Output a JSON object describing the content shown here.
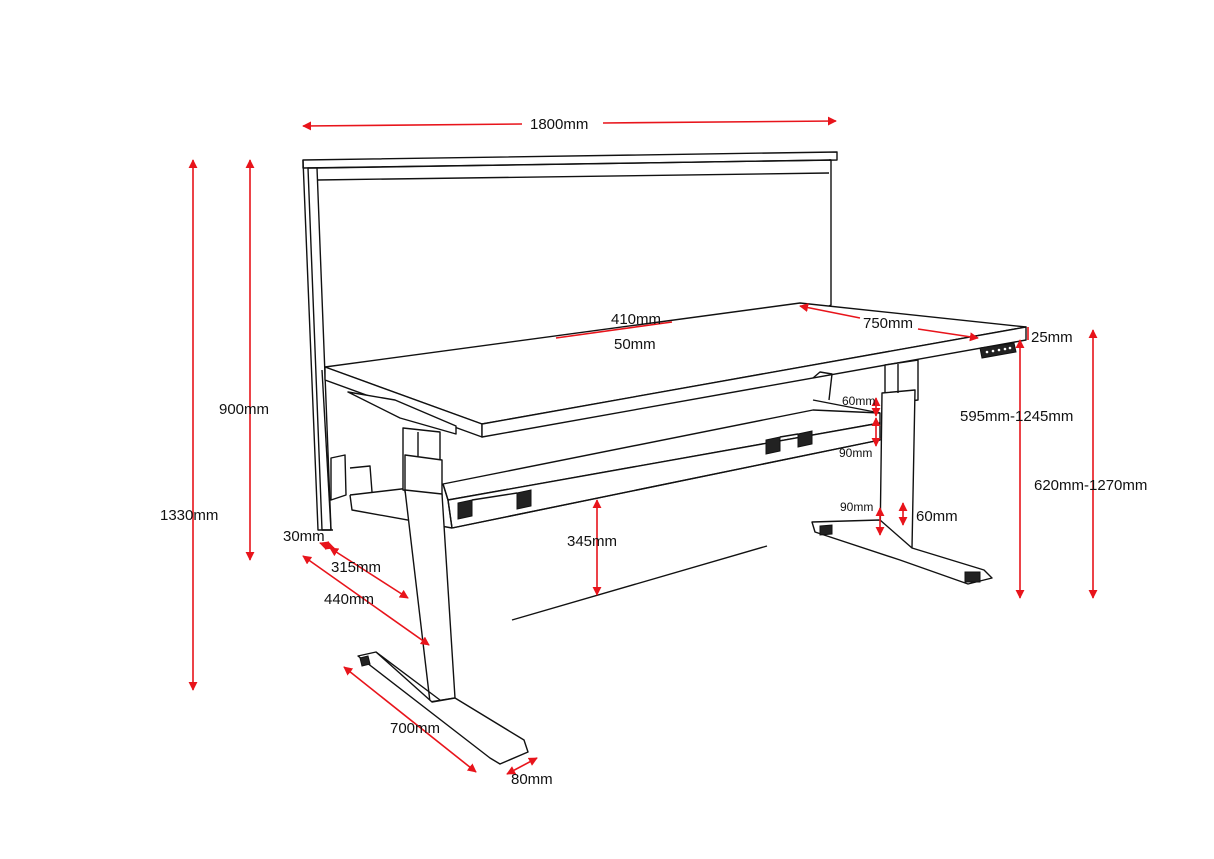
{
  "colors": {
    "dimension_arrow": "#e8141b",
    "outline": "#111111",
    "background": "#ffffff"
  },
  "dimensions": {
    "width": "1800mm",
    "screen_total_height": "1330mm",
    "screen_top_height": "900mm",
    "screen_inset": "410mm",
    "screen_offset": "50mm",
    "depth": "750mm",
    "top_thickness": "25mm",
    "desk_height_range": "595mm-1245mm",
    "overall_height_range": "620mm-1270mm",
    "beam_upper": "60mm",
    "beam_lower": "90mm",
    "column_depth": "90mm",
    "column_width": "60mm",
    "beam_clearance": "345mm",
    "screen_thickness": "30mm",
    "leg_offset": "315mm",
    "leg_set_back": "440mm",
    "foot_length": "700mm",
    "foot_width": "80mm"
  }
}
